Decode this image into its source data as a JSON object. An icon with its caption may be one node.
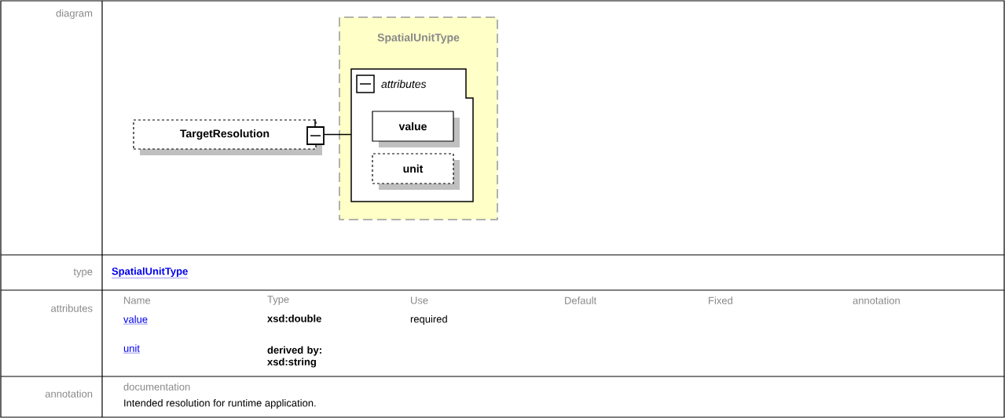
{
  "diagram": {
    "nodes": [
      {
        "text": [
          "TargetResolution"
        ]
      },
      {
        "text": [
          "SpatialUnitType"
        ]
      },
      {
        "text": [
          "attributes"
        ],
        "in": 1
      },
      {
        "text": [
          "value"
        ],
        "in": 2
      },
      {
        "text": [
          "unit"
        ],
        "in": 2
      }
    ],
    "edges": [
      {
        "from": 0,
        "to": 2,
        "arrow": "none"
      }
    ],
    "labels": [
      "diagram",
      "type",
      "SpatialUnitType",
      "attributes",
      "Name",
      "Type",
      "Use",
      "Default",
      "Fixed",
      "annotation",
      "value",
      "xsd:double",
      "required",
      "unit",
      "derived by: xsd:string",
      "annotation",
      "documentation",
      "Intended resolution for runtime application."
    ]
  }
}
